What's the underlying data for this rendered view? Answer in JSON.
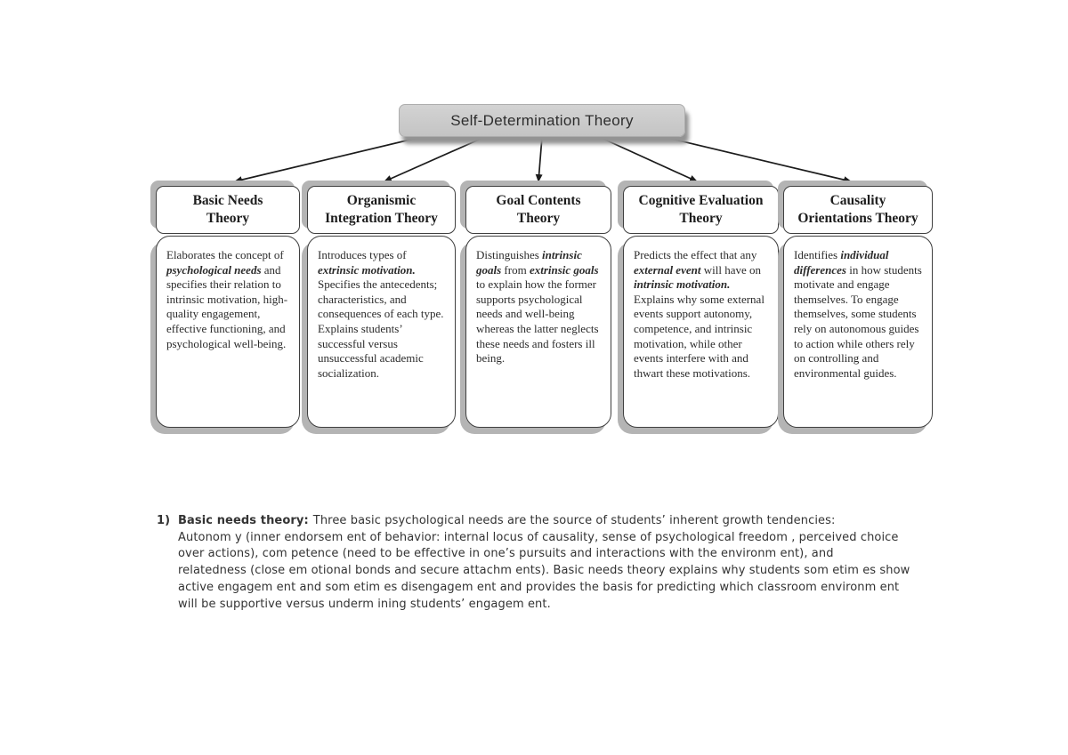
{
  "diagram": {
    "root_label": "Self-Determination Theory",
    "branches": [
      {
        "title_lines": [
          "Basic Needs",
          "Theory"
        ],
        "body": [
          {
            "t": "Elaborates the concept of ",
            "s": "n"
          },
          {
            "t": "psychological needs",
            "s": "bi"
          },
          {
            "t": " and specifies their relation to intrinsic motivation, high-quality engagement, effective functioning, and psychological well-being.",
            "s": "n"
          }
        ]
      },
      {
        "title_lines": [
          "Organismic",
          "Integration Theory"
        ],
        "body": [
          {
            "t": "Introduces types of ",
            "s": "n"
          },
          {
            "t": "extrinsic motivation.",
            "s": "bi"
          },
          {
            "t": " Specifies the antecedents; characteristics, and consequences of each type. Explains students’ successful versus unsuccessful academic socialization.",
            "s": "n"
          }
        ]
      },
      {
        "title_lines": [
          "Goal Contents",
          "Theory"
        ],
        "body": [
          {
            "t": "Distinguishes ",
            "s": "n"
          },
          {
            "t": "intrinsic goals",
            "s": "bi"
          },
          {
            "t": " from ",
            "s": "n"
          },
          {
            "t": "extrinsic goals",
            "s": "bi"
          },
          {
            "t": " to explain how the former supports psychological needs and well-being whereas the latter neglects these needs and fosters ill being.",
            "s": "n"
          }
        ]
      },
      {
        "title_lines": [
          "Cognitive Evaluation",
          "Theory"
        ],
        "body": [
          {
            "t": "Predicts the effect that any ",
            "s": "n"
          },
          {
            "t": "external event",
            "s": "bi"
          },
          {
            "t": " will have on ",
            "s": "n"
          },
          {
            "t": "intrinsic motivation.",
            "s": "bi"
          },
          {
            "t": " Explains why some external events support autonomy, competence, and intrinsic motivation, while other events interfere with and thwart these motivations.",
            "s": "n"
          }
        ]
      },
      {
        "title_lines": [
          "Causality",
          "Orientations Theory"
        ],
        "body": [
          {
            "t": "Identifies ",
            "s": "n"
          },
          {
            "t": "individual differences",
            "s": "bi"
          },
          {
            "t": " in how students motivate and engage themselves. To engage themselves, some students rely on autonomous guides to action while others rely on controlling and environmental guides.",
            "s": "n"
          }
        ]
      }
    ]
  },
  "note": {
    "number": "1)",
    "lead": "Basic needs theory:",
    "first_line_rest": "Three basic psychological needs are the source of students’ inherent growth tendencies:",
    "wrapped_lines": [
      "Autonom y (inner endorsem ent of behavior: internal locus of causality, sense of psychological freedom , perceived choice",
      "over actions), com petence (need to be effective in one’s pursuits and interactions with the environm ent), and",
      "relatedness (close em otional bonds and secure attachm ents). Basic needs theory explains why students som etim es show",
      "active engagem ent and som etim es disengagem ent and provides the basis for predicting which classroom environm ent",
      "will be supportive versus underm ining students’ engagem ent."
    ]
  },
  "colors": {
    "root_fill": "#c4c4c4",
    "box_shadow": "#b4b4b4",
    "box_border": "#3f3f3f",
    "arrow": "#1c1c1c",
    "text": "#2b2b2b"
  }
}
